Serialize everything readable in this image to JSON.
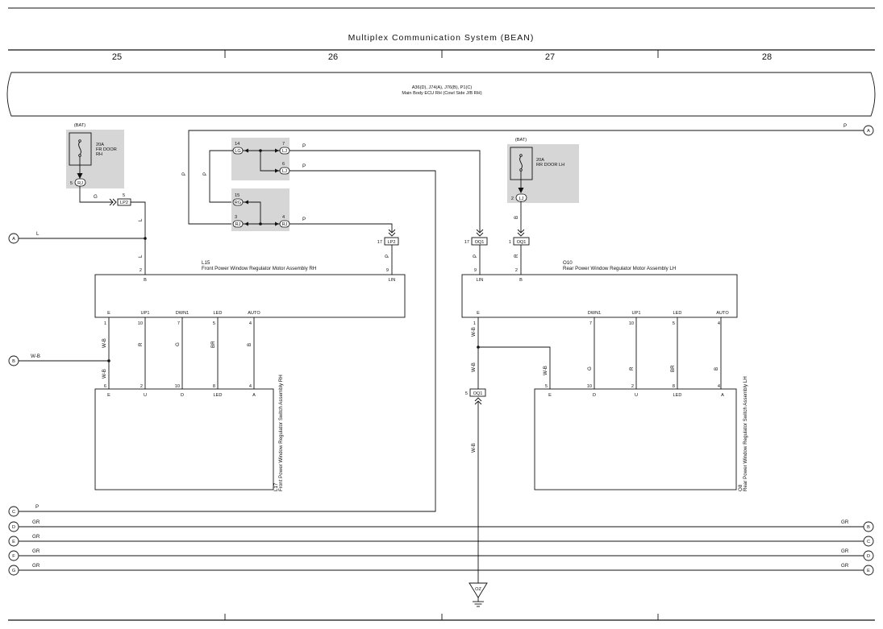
{
  "header": {
    "title": "Multiplex Communication System (BEAN)",
    "columns": [
      "25",
      "26",
      "27",
      "28"
    ]
  },
  "ecu": {
    "line1": "A36(D), J74(A), J76(B), P1(C)",
    "line2": "Main Body ECU RH (Cowl Side J/B RH)"
  },
  "fuses": {
    "fr": {
      "bat": "(BAT)",
      "amp": "20A",
      "name1": "FR DOOR",
      "name2": "RH",
      "pin": "5",
      "conn": "RJ"
    },
    "rr": {
      "bat": "(BAT)",
      "amp": "20A",
      "name1": "RR DOOR LH",
      "pin": "2",
      "conn": "LJ"
    }
  },
  "junctions": {
    "top": {
      "p14": "14",
      "c14": "LG",
      "p7": "7",
      "c7": "LJ",
      "p6": "6",
      "c6": "LJ"
    },
    "bottom": {
      "p15": "15",
      "c15": "RG",
      "p3": "3",
      "c3": "RJ",
      "p4": "4",
      "c4": "RJ"
    }
  },
  "connectors": {
    "lp2a": {
      "pin": "5",
      "name": "LP2"
    },
    "lp2b": {
      "pin": "17",
      "name": "LP2"
    },
    "oq1a": {
      "pin": "17",
      "name": "OQ1"
    },
    "oq1b": {
      "pin": "1",
      "name": "OQ1"
    },
    "oq1c": {
      "pin": "5",
      "name": "OQ1"
    },
    "ground": "OZ"
  },
  "l15": {
    "id": "L15",
    "name": "Front Power Window Regulator Motor Assembly RH",
    "top_pins": [
      {
        "pin": "2",
        "label": "B"
      },
      {
        "pin": "9",
        "label": "LIN"
      }
    ],
    "bottom": [
      {
        "label": "E",
        "pin": "1"
      },
      {
        "label": "UP1",
        "pin": "10"
      },
      {
        "label": "DWN1",
        "pin": "7"
      },
      {
        "label": "LED",
        "pin": "5"
      },
      {
        "label": "AUTO",
        "pin": "4"
      }
    ]
  },
  "o10": {
    "id": "O10",
    "name": "Rear Power Window Regulator Motor Assembly LH",
    "top_pins": [
      {
        "pin": "9",
        "label": "LIN"
      },
      {
        "pin": "2",
        "label": "B"
      }
    ],
    "bottom": [
      {
        "label": "E",
        "pin": "1"
      },
      {
        "label": "DWN1",
        "pin": "7"
      },
      {
        "label": "UP1",
        "pin": "10"
      },
      {
        "label": "LED",
        "pin": "5"
      },
      {
        "label": "AUTO",
        "pin": "4"
      }
    ]
  },
  "l17": {
    "id": "L17",
    "name": "Front Power Window Regulator Switch Assembly RH",
    "pins": [
      {
        "label": "E",
        "pin": "6"
      },
      {
        "label": "U",
        "pin": "2"
      },
      {
        "label": "D",
        "pin": "10"
      },
      {
        "label": "LED",
        "pin": "8"
      },
      {
        "label": "A",
        "pin": "4"
      }
    ]
  },
  "o8": {
    "id": "O8",
    "name": "Rear Power Window Regulator Switch Assembly LH",
    "pins": [
      {
        "label": "E",
        "pin": "5"
      },
      {
        "label": "D",
        "pin": "10"
      },
      {
        "label": "U",
        "pin": "2"
      },
      {
        "label": "LED",
        "pin": "8"
      },
      {
        "label": "A",
        "pin": "4"
      }
    ]
  },
  "wire_colors": {
    "g": "G",
    "l": "L",
    "p": "P",
    "b": "B",
    "r": "R",
    "br": "BR",
    "wb": "W-B",
    "gr": "GR"
  },
  "refs": {
    "left": [
      "A",
      "B",
      "C",
      "D",
      "E",
      "F",
      "G"
    ],
    "right": [
      "A",
      "B",
      "C",
      "D",
      "E"
    ]
  }
}
